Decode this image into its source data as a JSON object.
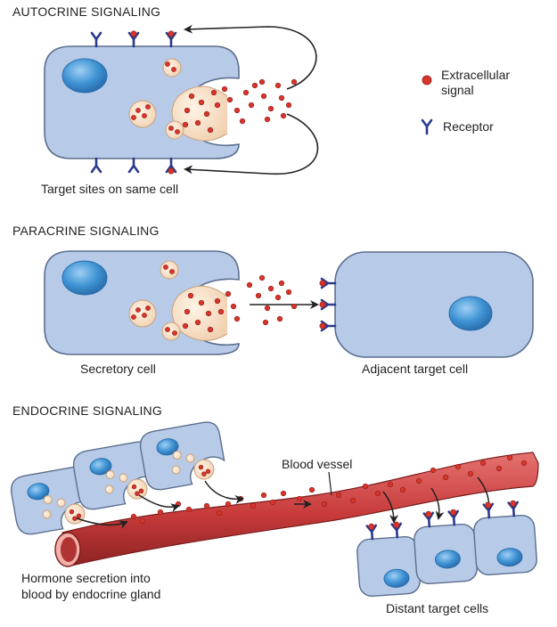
{
  "sections": {
    "autocrine": {
      "title": "AUTOCRINE SIGNALING",
      "caption": "Target sites on same cell"
    },
    "paracrine": {
      "title": "PARACRINE SIGNALING",
      "secretory_label": "Secretory cell",
      "target_label": "Adjacent target cell"
    },
    "endocrine": {
      "title": "ENDOCRINE SIGNALING",
      "vessel_label": "Blood vessel",
      "gland_label_line1": "Hormone secretion into",
      "gland_label_line2": "blood by endocrine gland",
      "target_label": "Distant target cells"
    }
  },
  "legend": {
    "signal_label_line1": "Extracellular",
    "signal_label_line2": "signal",
    "receptor_label": "Receptor"
  },
  "colors": {
    "cell_fill": "#b7cbe8",
    "cell_stroke": "#5b6f8e",
    "nucleus": "#4a9ad6",
    "signal": "#d9342b",
    "receptor": "#2a3a8c",
    "vesicle": "#f4dcc3",
    "vessel": "#c9403f",
    "arrow": "#222222"
  }
}
